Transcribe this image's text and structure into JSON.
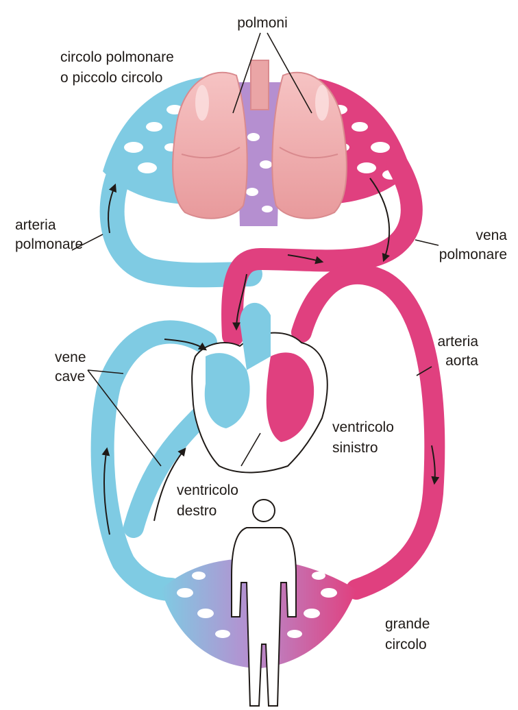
{
  "labels": {
    "polmoni": "polmoni",
    "circolo_polmonare_1": "circolo polmonare",
    "circolo_polmonare_2": "o piccolo circolo",
    "arteria_polmonare_1": "arteria",
    "arteria_polmonare_2": "polmonare",
    "vena_polmonare_1": "vena",
    "vena_polmonare_2": "polmonare",
    "vene_cave_1": "vene",
    "vene_cave_2": "cave",
    "arteria_aorta_1": "arteria",
    "arteria_aorta_2": "aorta",
    "ventricolo_sinistro_1": "ventricolo",
    "ventricolo_sinistro_2": "sinistro",
    "ventricolo_destro_1": "ventricolo",
    "ventricolo_destro_2": "destro",
    "grande_circolo_1": "grande",
    "grande_circolo_2": "circolo"
  },
  "colors": {
    "venous_blood": "#7fcbe3",
    "venous_dark": "#3aa9d2",
    "arterial_blood": "#e0407f",
    "arterial_dark": "#c81d66",
    "lung": "#f2aeb0",
    "lung_dark": "#d98a8e",
    "text": "#1f1a17"
  }
}
